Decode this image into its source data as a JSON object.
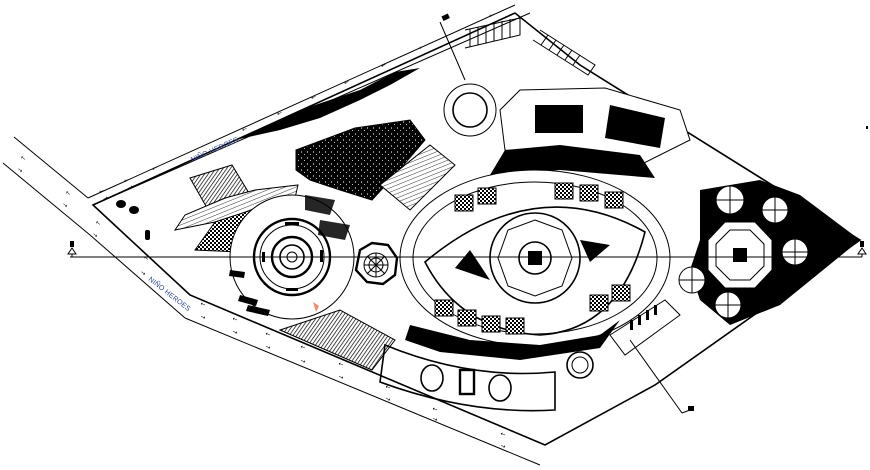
{
  "drawing": {
    "type": "architectural site plan",
    "background": "#ffffff",
    "line_color": "#000000",
    "label_color": "#2a3f9a",
    "accent_color": "#f08a70"
  },
  "streets": [
    {
      "id": "north-street",
      "label": "NIÑO HEROES"
    },
    {
      "id": "south-street",
      "label": "NIÑO HEROES"
    }
  ],
  "traffic_arrows": {
    "left": "←",
    "right": "→"
  },
  "section_markers": [
    {
      "id": "section-left",
      "position": "left"
    },
    {
      "id": "section-right",
      "position": "right"
    },
    {
      "id": "section-top",
      "position": "top"
    },
    {
      "id": "section-bottom",
      "position": "bottom-right"
    }
  ],
  "zones": [
    {
      "id": "circular-plaza-west",
      "shape": "circle"
    },
    {
      "id": "octagon-kiosk",
      "shape": "octagon"
    },
    {
      "id": "central-elliptical-court",
      "shape": "ellipse"
    },
    {
      "id": "octagonal-pavilion-east",
      "shape": "octagon"
    },
    {
      "id": "auditorium-north",
      "shape": "block"
    },
    {
      "id": "parking-north",
      "shape": "stalls"
    },
    {
      "id": "dense-vegetation-east",
      "shape": "hatch"
    },
    {
      "id": "amphitheater-south-west",
      "shape": "hatch"
    },
    {
      "id": "cafe-terrace-south",
      "shape": "tables"
    }
  ]
}
